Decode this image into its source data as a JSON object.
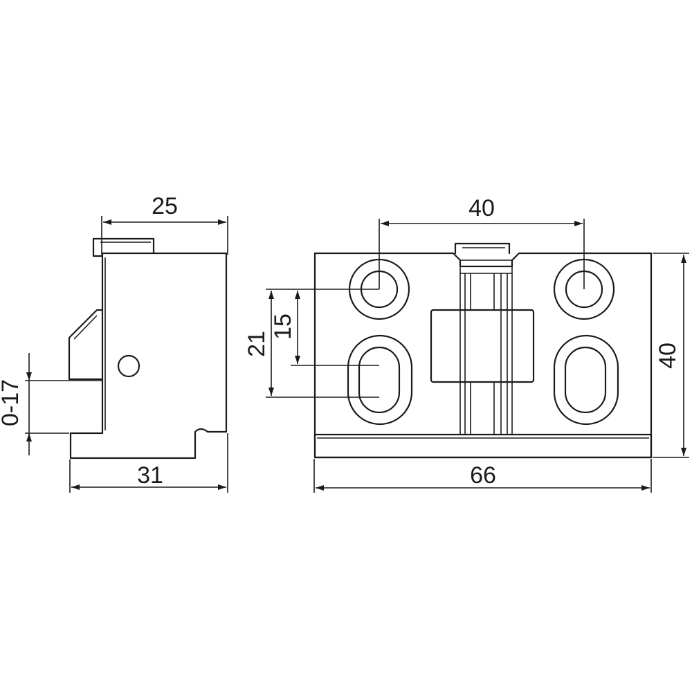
{
  "dimensions": {
    "side_width": "25",
    "side_total_width": "31",
    "side_gap_range": "0-17",
    "front_hole_spacing": "40",
    "front_height": "40",
    "front_width": "66",
    "slot_offset": "21",
    "slot_offset_inner": "15"
  },
  "colors": {
    "line": "#1a1a1a",
    "background": "#ffffff"
  }
}
